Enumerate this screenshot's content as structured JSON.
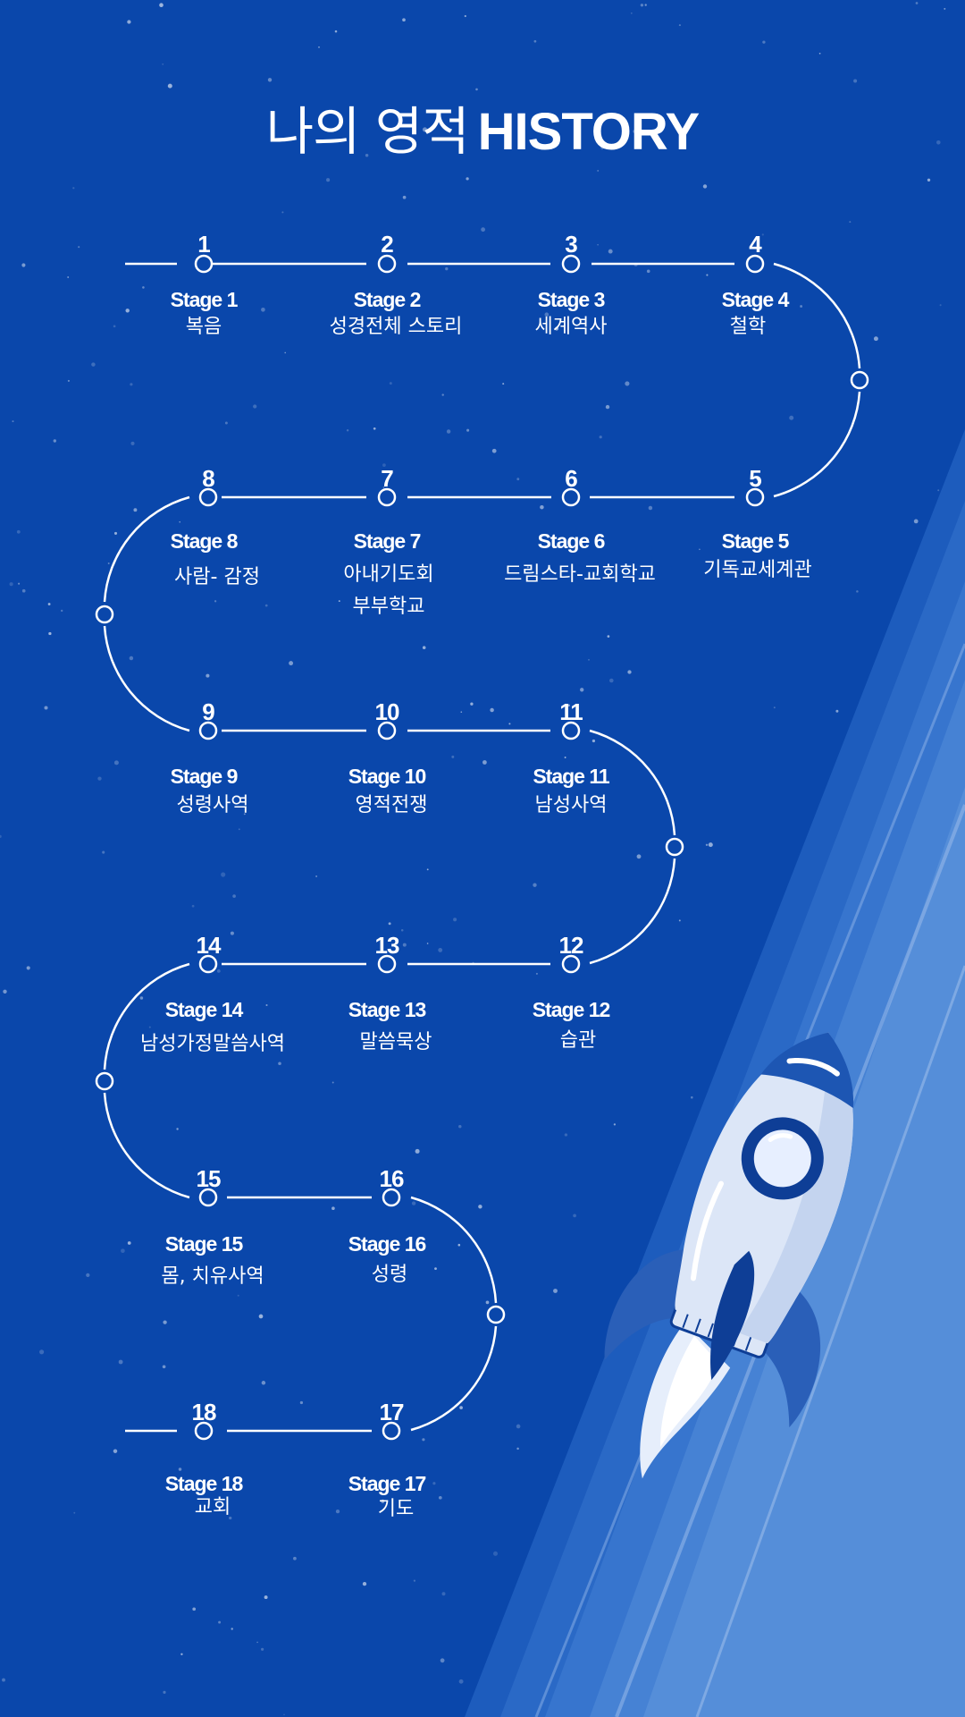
{
  "title": {
    "light": "나의 영적",
    "bold": "HISTORY"
  },
  "colors": {
    "background": "#0a47ab",
    "line": "#ffffff",
    "rocket_body": "#dce6f7",
    "rocket_dark": "#0e3e96",
    "beam": "#4f86d4"
  },
  "stages": [
    {
      "number": "1",
      "label": "Stage 1",
      "desc": "복음"
    },
    {
      "number": "2",
      "label": "Stage 2",
      "desc": "성경전체 스토리"
    },
    {
      "number": "3",
      "label": "Stage 3",
      "desc": "세계역사"
    },
    {
      "number": "4",
      "label": "Stage 4",
      "desc": "철학"
    },
    {
      "number": "5",
      "label": "Stage 5",
      "desc": "기독교세계관"
    },
    {
      "number": "6",
      "label": "Stage 6",
      "desc": "드림스타-교회학교"
    },
    {
      "number": "7",
      "label": "Stage 7",
      "desc": "아내기도회\n부부학교"
    },
    {
      "number": "8",
      "label": "Stage 8",
      "desc": "사람- 감정"
    },
    {
      "number": "9",
      "label": "Stage 9",
      "desc": "성령사역"
    },
    {
      "number": "10",
      "label": "Stage 10",
      "desc": "영적전쟁"
    },
    {
      "number": "11",
      "label": "Stage 11",
      "desc": "남성사역"
    },
    {
      "number": "12",
      "label": "Stage 12",
      "desc": "습관"
    },
    {
      "number": "13",
      "label": "Stage 13",
      "desc": "말씀묵상"
    },
    {
      "number": "14",
      "label": "Stage 14",
      "desc": "남성가정말씀사역"
    },
    {
      "number": "15",
      "label": "Stage 15",
      "desc": "몸, 치유사역"
    },
    {
      "number": "16",
      "label": "Stage 16",
      "desc": "성령"
    },
    {
      "number": "17",
      "label": "Stage 17",
      "desc": "기도"
    },
    {
      "number": "18",
      "label": "Stage 18",
      "desc": "교회"
    }
  ]
}
